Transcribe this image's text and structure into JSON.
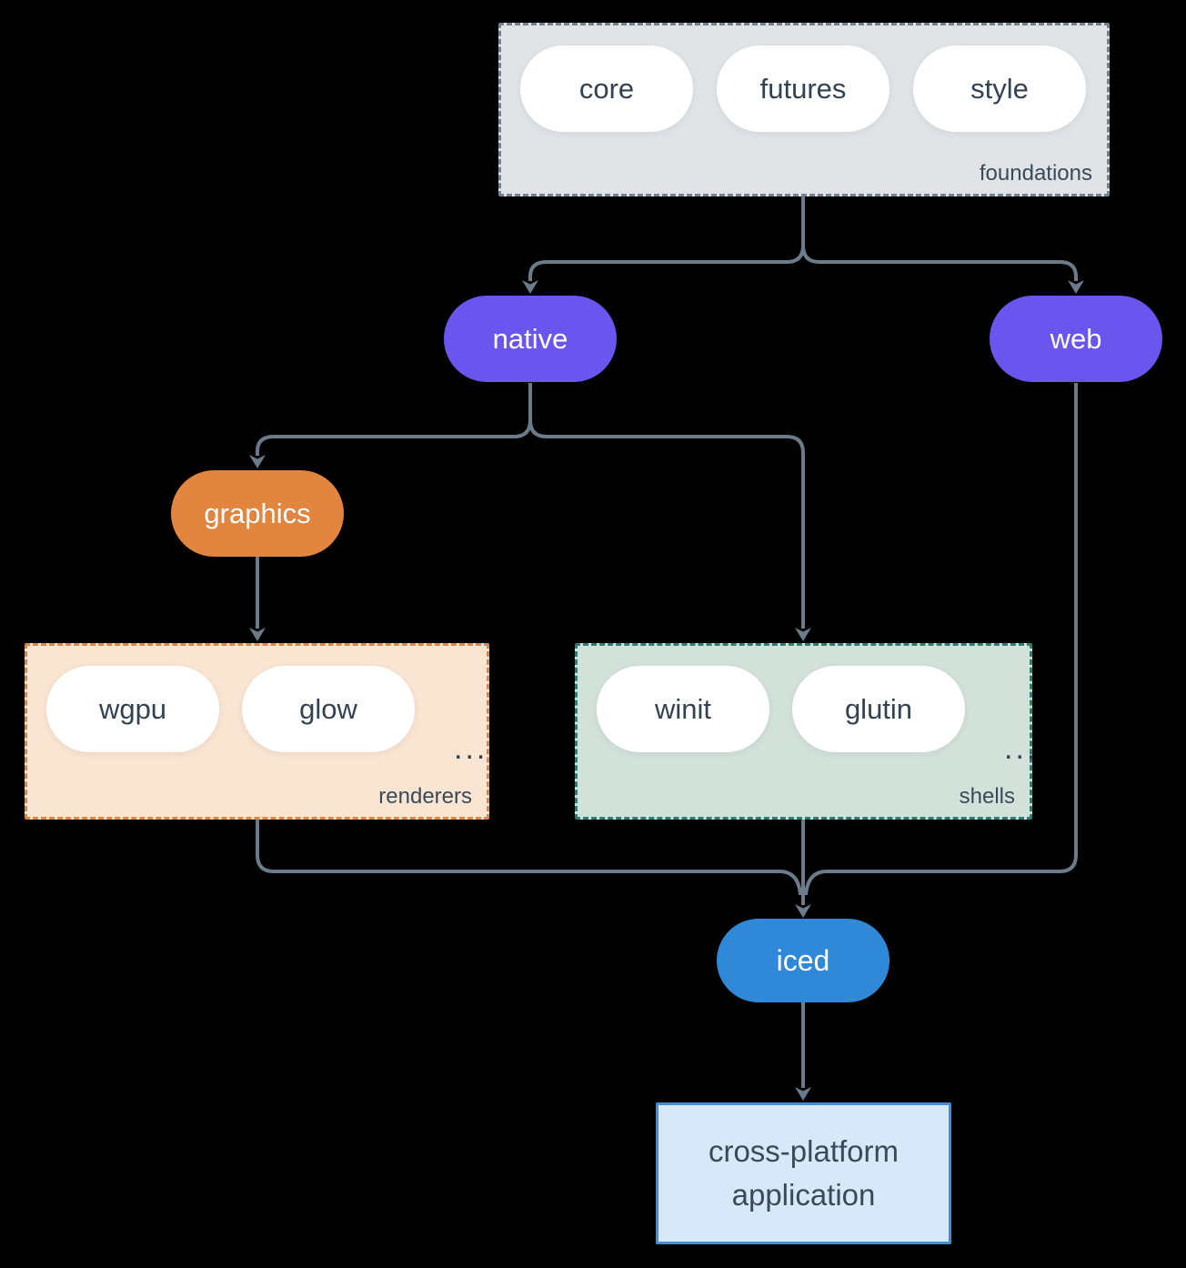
{
  "groups": {
    "foundations": {
      "label": "foundations",
      "pills": [
        "core",
        "futures",
        "style"
      ]
    },
    "renderers": {
      "label": "renderers",
      "pills": [
        "wgpu",
        "glow"
      ],
      "ellipsis": "..."
    },
    "shells": {
      "label": "shells",
      "pills": [
        "winit",
        "glutin"
      ],
      "ellipsis": "..."
    }
  },
  "nodes": {
    "native": "native",
    "web": "web",
    "graphics": "graphics",
    "iced": "iced",
    "application": {
      "line1": "cross-platform",
      "line2": "application"
    }
  },
  "colors": {
    "background": "#000000",
    "connector": "#6b7b8a",
    "node_purple": "#6a56ee",
    "node_orange": "#e2853e",
    "node_blue": "#2f88d8",
    "pill_fill": "#ffffff",
    "foundations_fill": "#e0e4e7",
    "foundations_border": "#76828f",
    "renderers_fill": "#fae4d2",
    "renderers_border": "#e2853e",
    "shells_fill": "#d2e2da",
    "shells_border": "#2e7d6e",
    "application_fill": "#d7e9f9",
    "application_border": "#3e90da",
    "text_dark": "#334250",
    "text_light": "#ffffff"
  }
}
